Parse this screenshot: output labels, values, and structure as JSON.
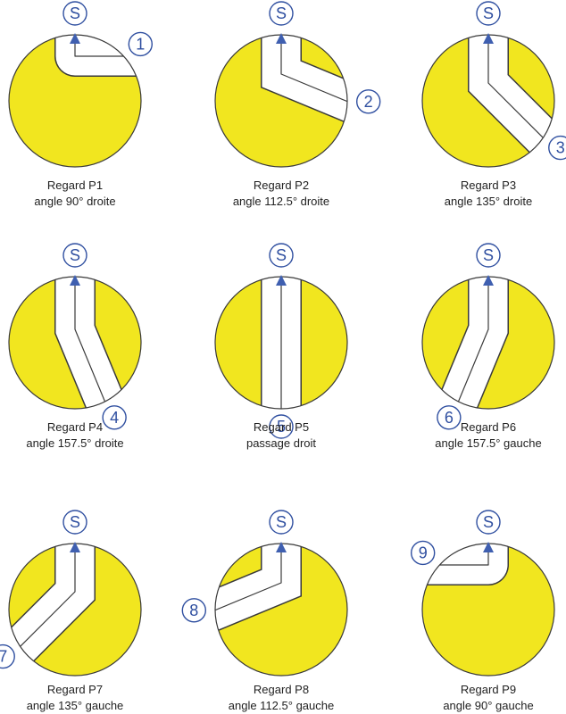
{
  "colors": {
    "fill": "#f1e61f",
    "stroke": "#3a3a3a",
    "channel": "#ffffff",
    "accent": "#2f4fa0",
    "arrow": "#3f5fb0",
    "text": "#222222"
  },
  "panels": [
    {
      "source_label": "S",
      "outlet_label": "1",
      "title": "Regard P1",
      "subtitle": "angle 90° droite",
      "angle_deg": 90,
      "direction": "droite"
    },
    {
      "source_label": "S",
      "outlet_label": "2",
      "title": "Regard P2",
      "subtitle": "angle 112.5° droite",
      "angle_deg": 112.5,
      "direction": "droite"
    },
    {
      "source_label": "S",
      "outlet_label": "3",
      "title": "Regard P3",
      "subtitle": "angle 135° droite",
      "angle_deg": 135,
      "direction": "droite"
    },
    {
      "source_label": "S",
      "outlet_label": "4",
      "title": "Regard P4",
      "subtitle": "angle 157.5° droite",
      "angle_deg": 157.5,
      "direction": "droite"
    },
    {
      "source_label": "S",
      "outlet_label": "5",
      "title": "Regard P5",
      "subtitle": "passage droit",
      "angle_deg": 180,
      "direction": "droit"
    },
    {
      "source_label": "S",
      "outlet_label": "6",
      "title": "Regard P6",
      "subtitle": "angle 157.5° gauche",
      "angle_deg": 157.5,
      "direction": "gauche"
    },
    {
      "source_label": "S",
      "outlet_label": "7",
      "title": "Regard P7",
      "subtitle": "angle 135° gauche",
      "angle_deg": 135,
      "direction": "gauche"
    },
    {
      "source_label": "S",
      "outlet_label": "8",
      "title": "Regard P8",
      "subtitle": "angle 112.5° gauche",
      "angle_deg": 112.5,
      "direction": "gauche"
    },
    {
      "source_label": "S",
      "outlet_label": "9",
      "title": "Regard P9",
      "subtitle": "angle 90° gauche",
      "angle_deg": 90,
      "direction": "gauche"
    }
  ]
}
